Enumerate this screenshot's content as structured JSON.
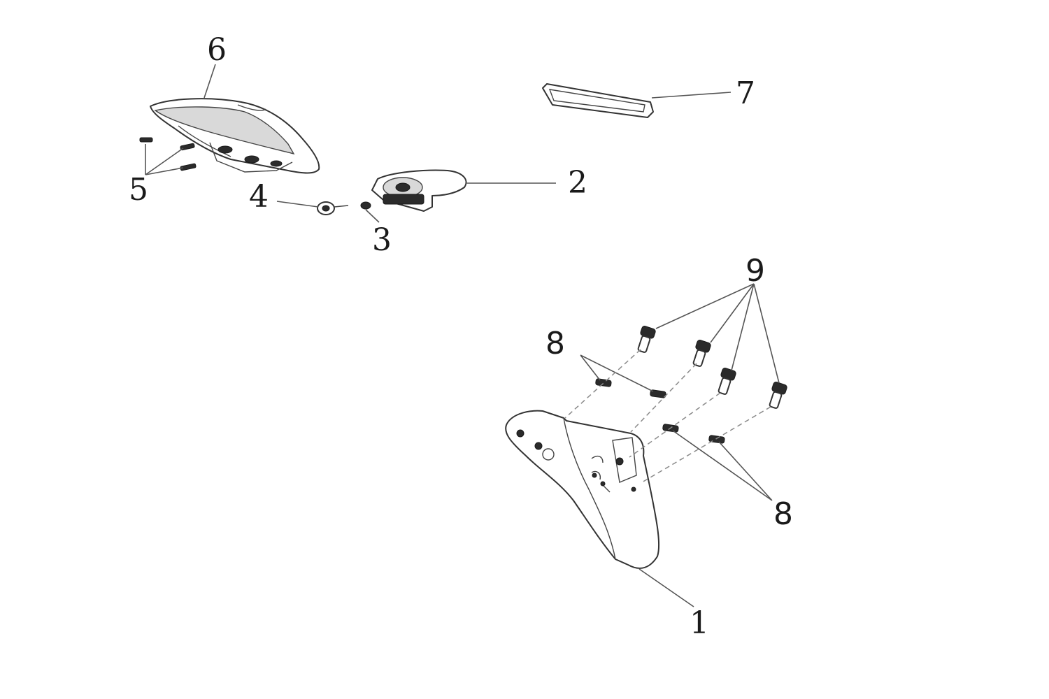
{
  "callouts": {
    "c1": "1",
    "c2": "2",
    "c3": "3",
    "c4": "4",
    "c5": "5",
    "c6": "6",
    "c7": "7",
    "c8_left": "8",
    "c8_right": "8",
    "c9": "9"
  }
}
